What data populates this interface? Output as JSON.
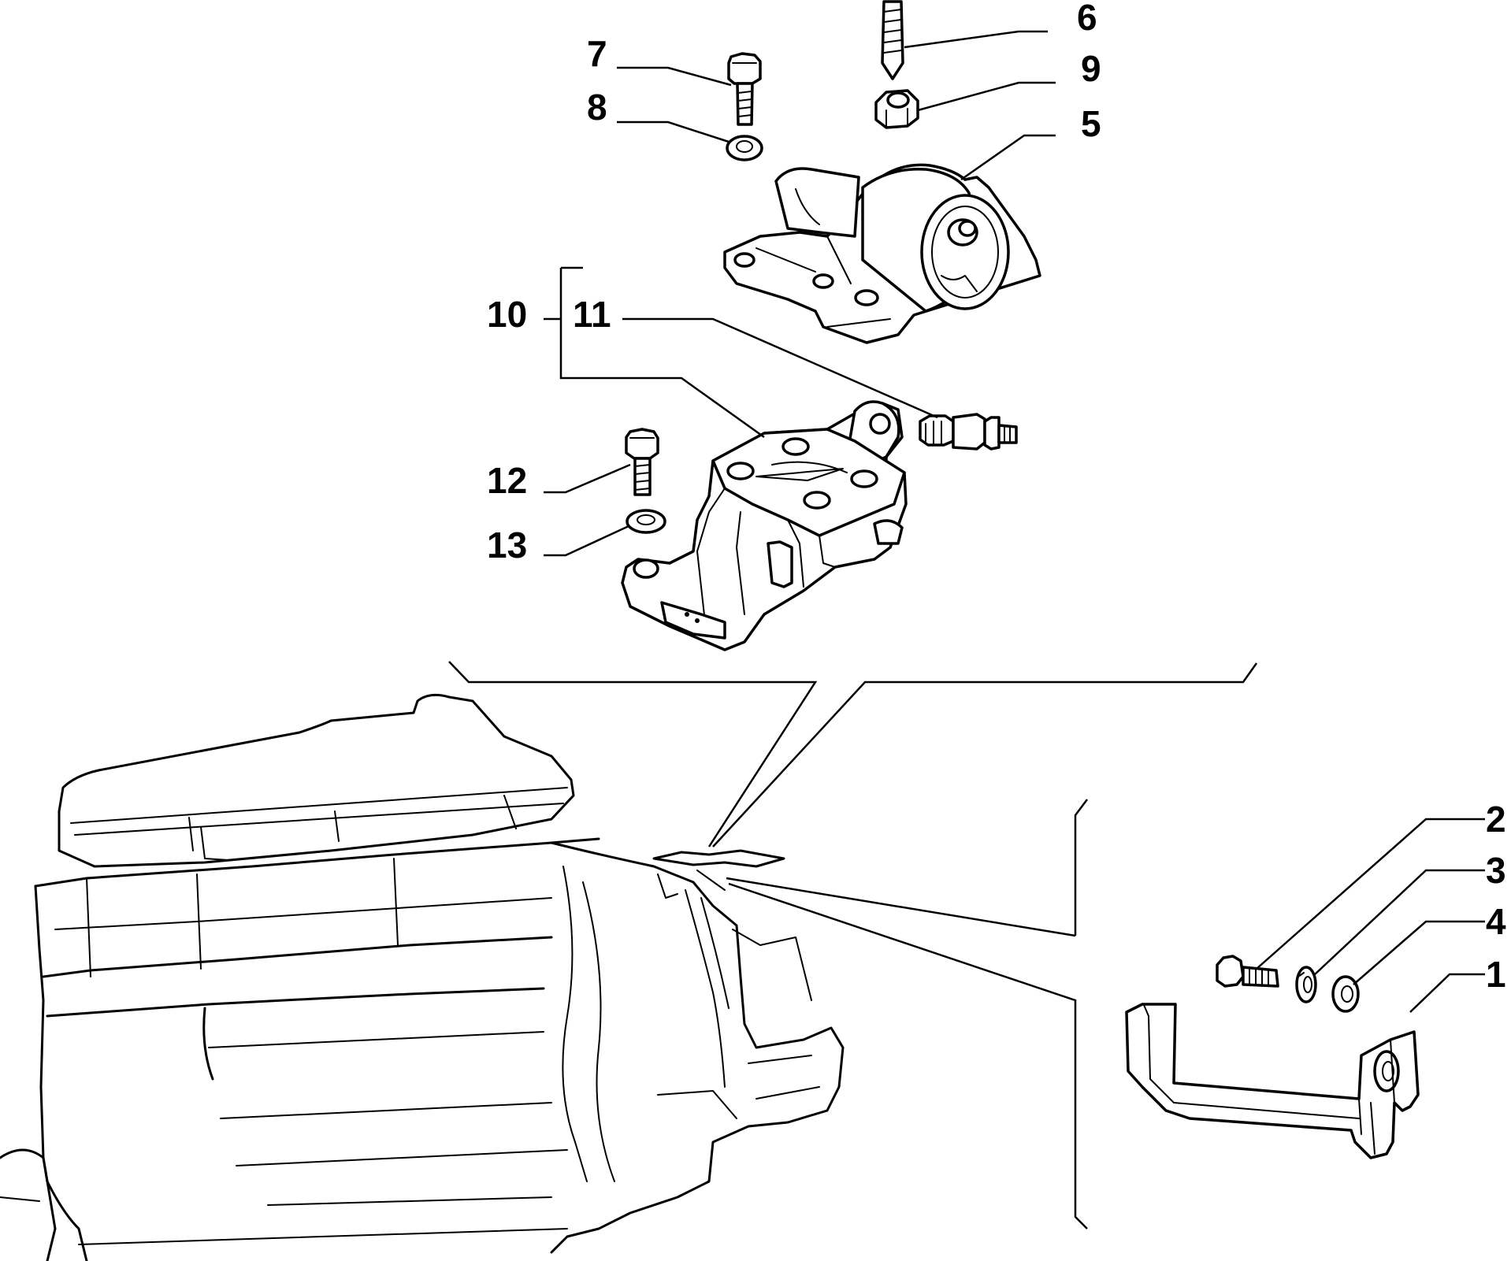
{
  "callouts": {
    "c1": "1",
    "c2": "2",
    "c3": "3",
    "c4": "4",
    "c5": "5",
    "c6": "6",
    "c7": "7",
    "c8": "8",
    "c9": "9",
    "c10": "10",
    "c11": "11",
    "c12": "12",
    "c13": "13"
  },
  "parts": [
    {
      "ref": "1",
      "name": "lower-torque-rod-bracket"
    },
    {
      "ref": "2",
      "name": "bolt"
    },
    {
      "ref": "3",
      "name": "spring-washer"
    },
    {
      "ref": "4",
      "name": "washer"
    },
    {
      "ref": "5",
      "name": "upper-engine-mount"
    },
    {
      "ref": "6",
      "name": "stud"
    },
    {
      "ref": "7",
      "name": "bolt"
    },
    {
      "ref": "8",
      "name": "washer"
    },
    {
      "ref": "9",
      "name": "nut"
    },
    {
      "ref": "10",
      "name": "gearbox-mount-bracket-assembly"
    },
    {
      "ref": "11",
      "name": "switch"
    },
    {
      "ref": "12",
      "name": "bolt"
    },
    {
      "ref": "13",
      "name": "washer"
    }
  ]
}
